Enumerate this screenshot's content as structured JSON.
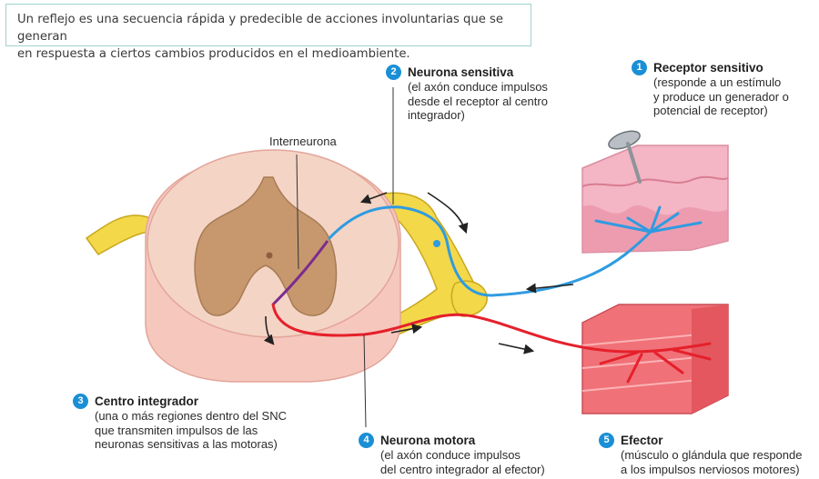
{
  "intro": {
    "line1": "Un reflejo es una secuencia rápida y predecible de acciones involuntarias que se generan",
    "line2": "en respuesta a ciertos cambios producidos en el medioambiente."
  },
  "labels": {
    "interneurona": "Interneurona"
  },
  "callouts": [
    {
      "number": "1",
      "title": "Receptor sensitivo",
      "lines": [
        "(responde a un estímulo",
        "y produce un generador o",
        "potencial de receptor)"
      ]
    },
    {
      "number": "2",
      "title": "Neurona sensitiva",
      "lines": [
        "(el axón conduce impulsos",
        "desde el receptor al centro",
        "integrador)"
      ]
    },
    {
      "number": "3",
      "title": "Centro integrador",
      "lines": [
        "(una o más regiones dentro del SNC",
        "que transmiten impulsos de las",
        "neuronas sensitivas a las motoras)"
      ]
    },
    {
      "number": "4",
      "title": "Neurona motora",
      "lines": [
        "(el axón conduce impulsos",
        "del centro integrador al efector)"
      ]
    },
    {
      "number": "5",
      "title": "Efector",
      "lines": [
        "(músculo o glándula que responde",
        "a los impulsos nerviosos motores)"
      ]
    }
  ],
  "colors": {
    "sensory": "#2f9be0",
    "motor": "#e5202b",
    "interneuron": "#7b2c8e",
    "nerve": "#f3d84a",
    "accent": "#1a8fd6"
  },
  "icons": [
    "nail-icon",
    "arrow-icon"
  ]
}
